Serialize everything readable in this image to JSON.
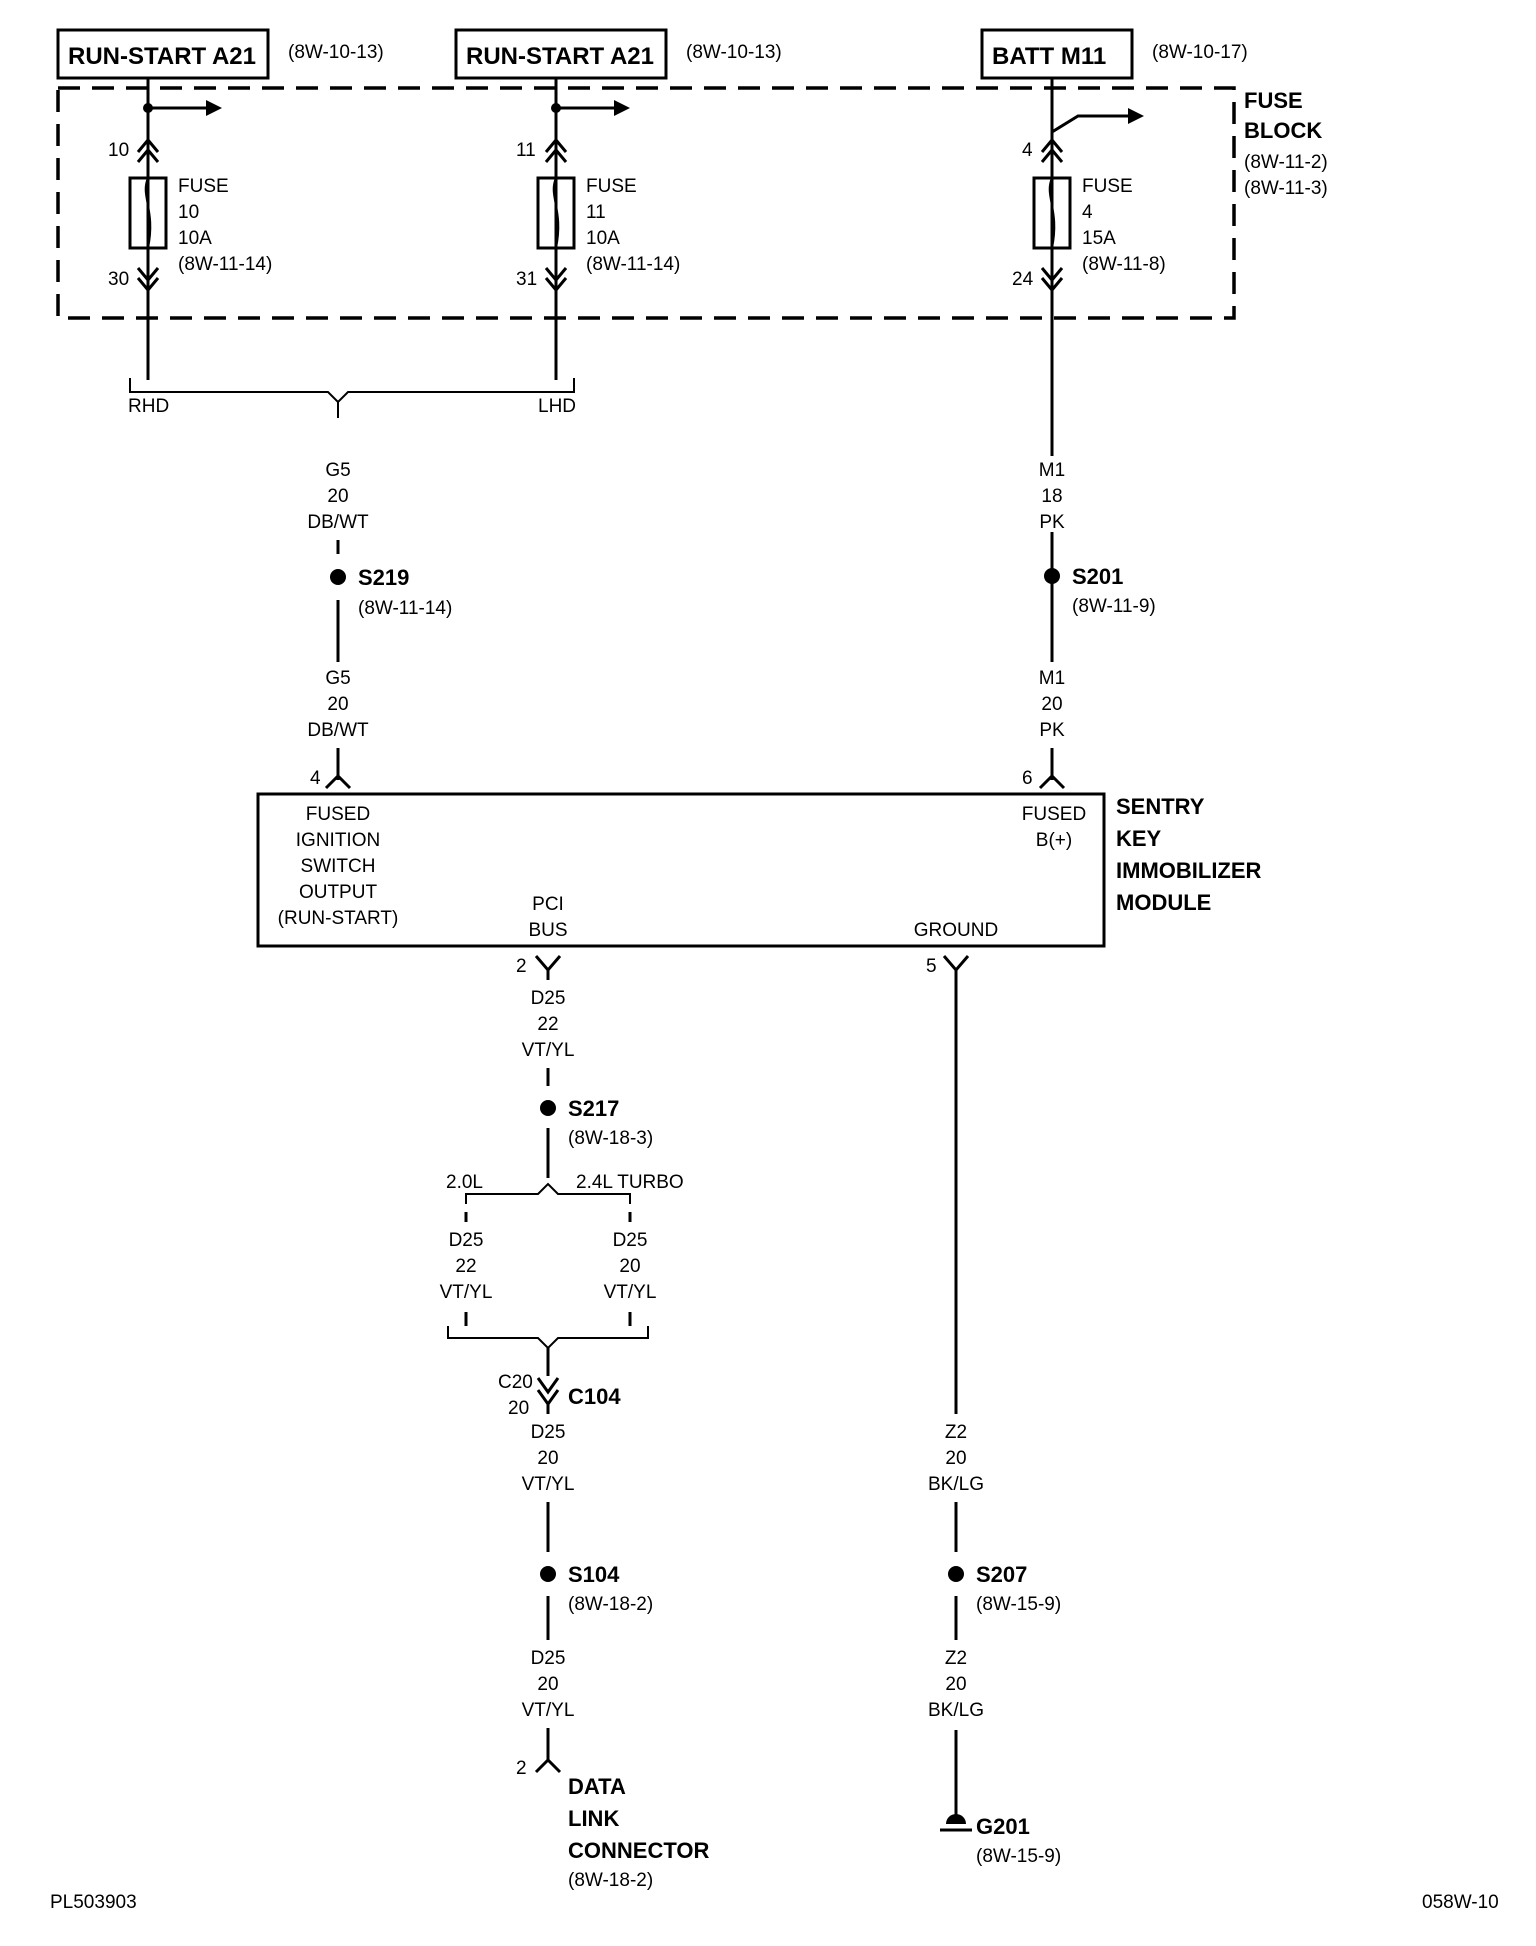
{
  "sources": [
    {
      "label": "RUN-START A21",
      "ref": "(8W-10-13)"
    },
    {
      "label": "RUN-START A21",
      "ref": "(8W-10-13)"
    },
    {
      "label": "BATT M11",
      "ref": "(8W-10-17)"
    }
  ],
  "fuse_block": {
    "title_line1": "FUSE",
    "title_line2": "BLOCK",
    "ref1": "(8W-11-2)",
    "ref2": "(8W-11-3)",
    "fuses": [
      {
        "pin_in": "10",
        "pin_out": "30",
        "line1": "FUSE",
        "line2": "10",
        "rating": "10A",
        "ref": "(8W-11-14)"
      },
      {
        "pin_in": "11",
        "pin_out": "31",
        "line1": "FUSE",
        "line2": "11",
        "rating": "10A",
        "ref": "(8W-11-14)"
      },
      {
        "pin_in": "4",
        "pin_out": "24",
        "line1": "FUSE",
        "line2": "4",
        "rating": "15A",
        "ref": "(8W-11-8)"
      }
    ]
  },
  "options": {
    "rhd": "RHD",
    "lhd": "LHD",
    "engine_a": "2.0L",
    "engine_b": "2.4L TURBO"
  },
  "wires": {
    "g5_upper": {
      "circuit": "G5",
      "gauge": "20",
      "color": "DB/WT"
    },
    "g5_lower": {
      "circuit": "G5",
      "gauge": "20",
      "color": "DB/WT"
    },
    "m1_upper": {
      "circuit": "M1",
      "gauge": "18",
      "color": "PK"
    },
    "m1_lower": {
      "circuit": "M1",
      "gauge": "20",
      "color": "PK"
    },
    "d25_a": {
      "circuit": "D25",
      "gauge": "22",
      "color": "VT/YL"
    },
    "d25_b": {
      "circuit": "D25",
      "gauge": "22",
      "color": "VT/YL"
    },
    "d25_c": {
      "circuit": "D25",
      "gauge": "20",
      "color": "VT/YL"
    },
    "d25_d": {
      "circuit": "D25",
      "gauge": "20",
      "color": "VT/YL"
    },
    "d25_e": {
      "circuit": "D25",
      "gauge": "20",
      "color": "VT/YL"
    },
    "z2_a": {
      "circuit": "Z2",
      "gauge": "20",
      "color": "BK/LG"
    },
    "z2_b": {
      "circuit": "Z2",
      "gauge": "20",
      "color": "BK/LG"
    }
  },
  "splices": {
    "s219": {
      "id": "S219",
      "ref": "(8W-11-14)"
    },
    "s201": {
      "id": "S201",
      "ref": "(8W-11-9)"
    },
    "s217": {
      "id": "S217",
      "ref": "(8W-18-3)"
    },
    "s104": {
      "id": "S104",
      "ref": "(8W-18-2)"
    },
    "s207": {
      "id": "S207",
      "ref": "(8W-15-9)"
    }
  },
  "module": {
    "name": [
      "SENTRY",
      "KEY",
      "IMMOBILIZER",
      "MODULE"
    ],
    "pin4": "4",
    "pin6": "6",
    "pin2": "2",
    "pin5": "5",
    "fused_ign": [
      "FUSED",
      "IGNITION",
      "SWITCH",
      "OUTPUT",
      "(RUN-START)"
    ],
    "fused_b": [
      "FUSED",
      "B(+)"
    ],
    "pci": [
      "PCI",
      "BUS"
    ],
    "ground": "GROUND"
  },
  "c104": {
    "id": "C104",
    "pin_top": "C20",
    "pin_bottom": "20"
  },
  "dlc": {
    "pin": "2",
    "name": [
      "DATA",
      "LINK",
      "CONNECTOR"
    ],
    "ref": "(8W-18-2)"
  },
  "ground_point": {
    "id": "G201",
    "ref": "(8W-15-9)"
  },
  "footer": {
    "left": "PL503903",
    "right": "058W-10"
  }
}
